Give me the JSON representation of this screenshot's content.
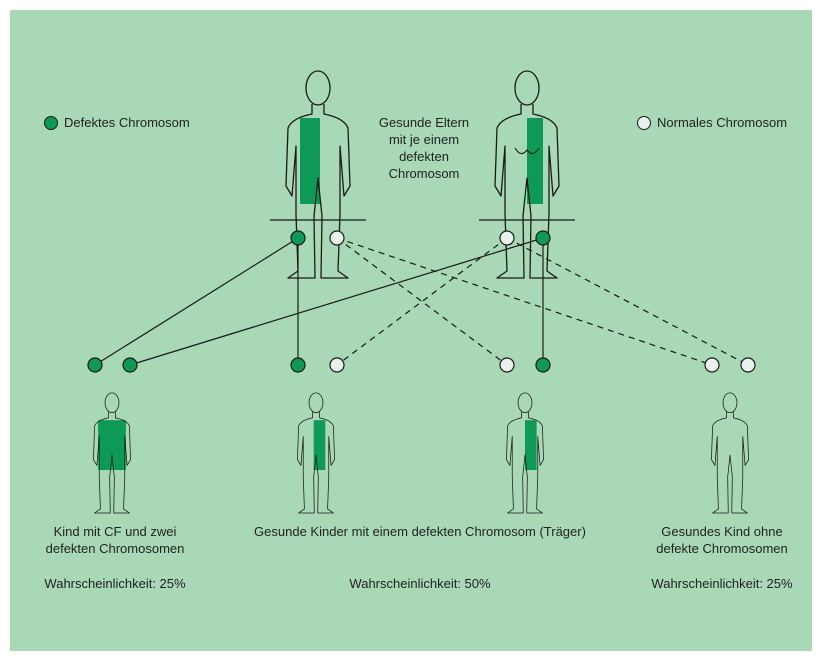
{
  "colors": {
    "background": "#a8d8b6",
    "defective": "#0e9a56",
    "normal": "#e8f1ec",
    "line": "#1a1a1a"
  },
  "legend": {
    "defective_label": "Defektes Chromosom",
    "normal_label": "Normales Chromosom"
  },
  "parents": {
    "line1": "Gesunde Eltern",
    "line2": "mit je einem",
    "line3": "defekten",
    "line4": "Chromosom"
  },
  "children": {
    "cf": {
      "line1": "Kind mit CF und zwei",
      "line2": "defekten Chromosomen",
      "probability": "Wahrscheinlichkeit: 25%"
    },
    "carrier": {
      "line1": "Gesunde Kinder mit einem defekten Chromosom (Träger)",
      "probability": "Wahrscheinlichkeit: 50%"
    },
    "healthy": {
      "line1": "Gesundes Kind ohne",
      "line2": "defekte Chromosomen",
      "probability": "Wahrscheinlichkeit: 25%"
    }
  }
}
